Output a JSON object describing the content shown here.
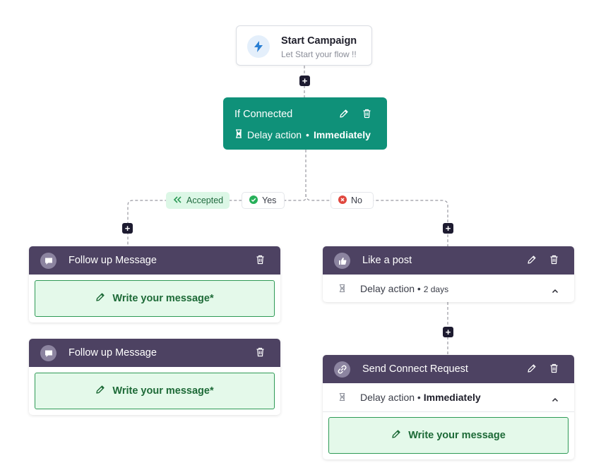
{
  "start": {
    "title": "Start Campaign",
    "subtitle": "Let Start your flow !!",
    "icon": "bolt-icon"
  },
  "condition": {
    "title": "If Connected",
    "delay_label": "Delay action",
    "delay_value": "Immediately"
  },
  "branches": {
    "accepted": "Accepted",
    "yes": "Yes",
    "no": "No"
  },
  "left_nodes": [
    {
      "title": "Follow up Message",
      "icon": "chat-bubble-icon",
      "message_button": "Write your message*"
    },
    {
      "title": "Follow up Message",
      "icon": "chat-bubble-icon",
      "message_button": "Write your message*"
    }
  ],
  "right_nodes": [
    {
      "title": "Like a post",
      "icon": "thumbs-up-icon",
      "delay_label": "Delay action",
      "delay_value": "2 days"
    },
    {
      "title": "Send Connect Request",
      "icon": "link-icon",
      "delay_label": "Delay action",
      "delay_value": "Immediately",
      "message_button": "Write your message"
    }
  ],
  "add_symbol": "+",
  "colors": {
    "condition": "#0f9179",
    "node_header": "#4d4262",
    "add_button": "#1d1b30",
    "message_bg": "#e4f9ea",
    "message_border": "#2e9a56"
  }
}
